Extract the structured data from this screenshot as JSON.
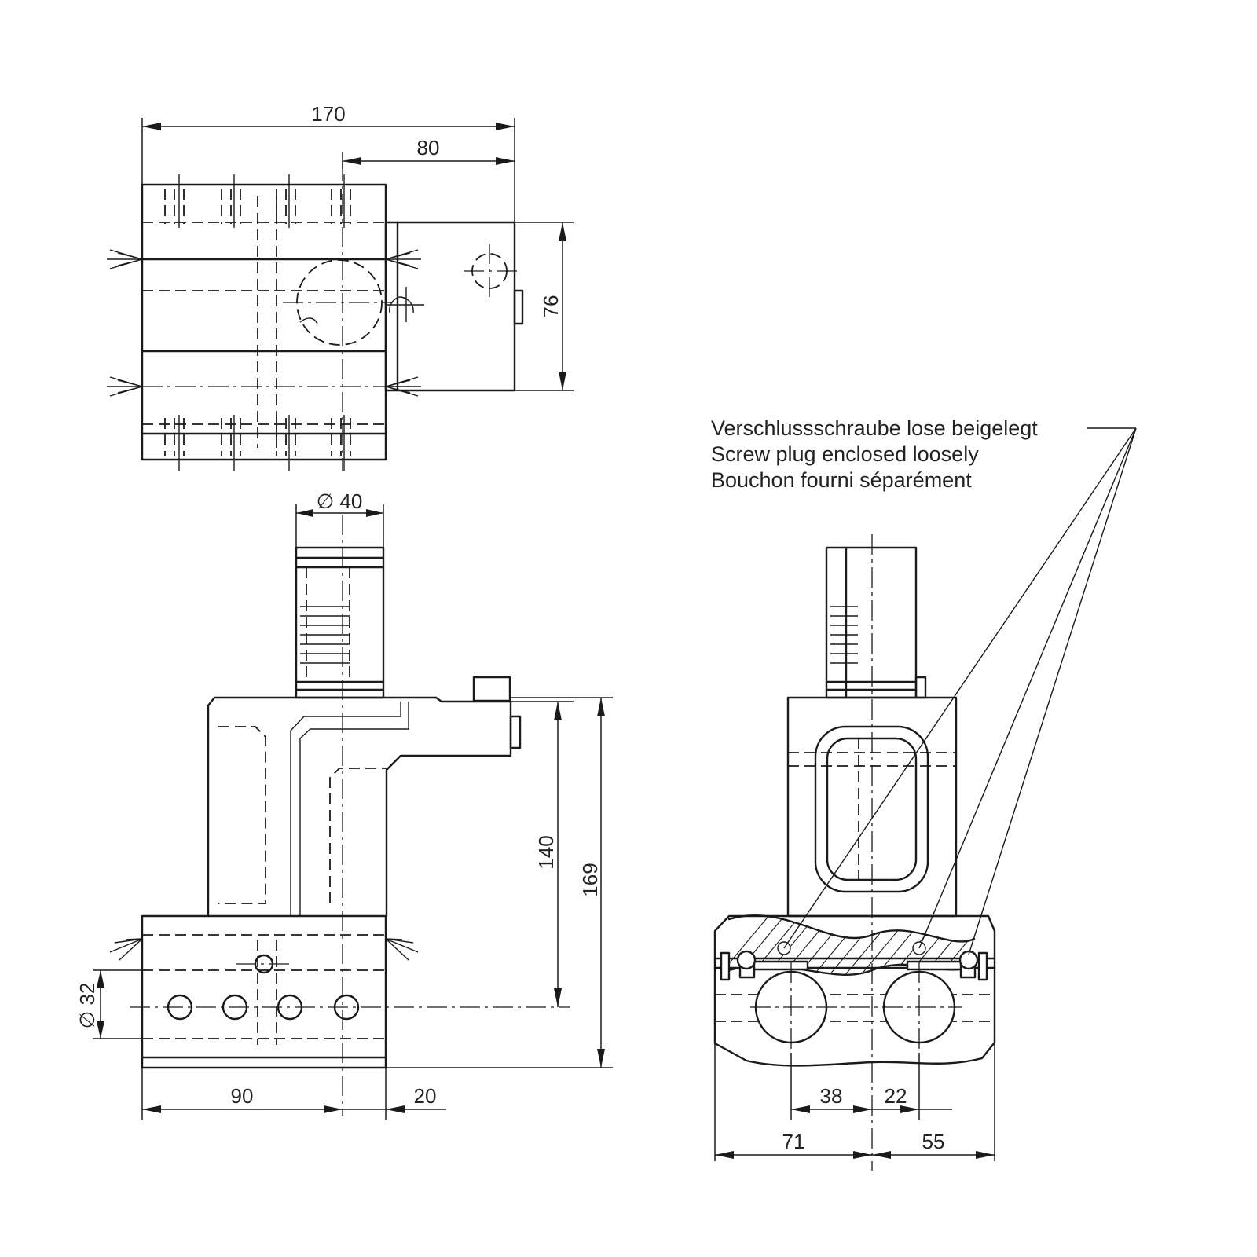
{
  "dimensions": {
    "top_view": {
      "overall_width": "170",
      "offset": "80",
      "height": "76"
    },
    "front_view": {
      "shank_diameter": "∅ 40",
      "height_to_axis": "140",
      "overall_height": "169",
      "bore_diameter": "∅ 32",
      "left_offset": "90",
      "right_offset": "20"
    },
    "side_view": {
      "left_inner": "38",
      "right_inner": "22",
      "left_outer": "71",
      "right_outer": "55"
    }
  },
  "note": {
    "lines": [
      "Verschlussschraube lose beigelegt",
      "Screw plug enclosed loosely",
      "Bouchon fourni séparément"
    ]
  }
}
